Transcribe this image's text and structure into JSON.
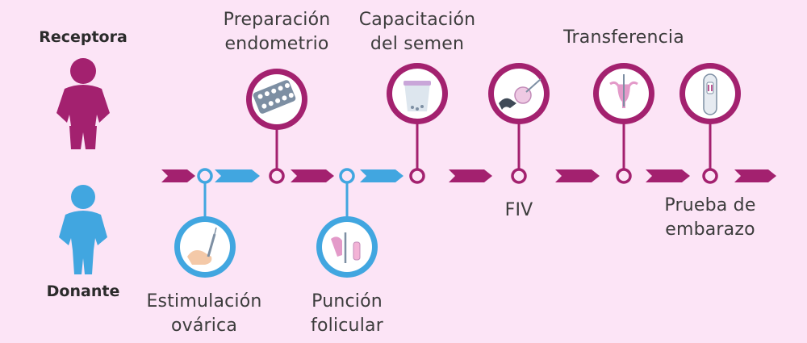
{
  "roles": {
    "receptora": "Receptora",
    "donante": "Donante"
  },
  "steps": {
    "preparacion": [
      "Preparación",
      "endometrio"
    ],
    "capacitacion": [
      "Capacitación",
      "del semen"
    ],
    "transferencia": "Transferencia",
    "fiv": "FIV",
    "prueba": [
      "Prueba de",
      "embarazo"
    ],
    "estimulacion": [
      "Estimulación",
      "ovárica"
    ],
    "puncion": [
      "Punción",
      "folicular"
    ]
  },
  "colors": {
    "background": "#fce4f6",
    "receptora": "#a3216f",
    "donante": "#41a6e0"
  }
}
